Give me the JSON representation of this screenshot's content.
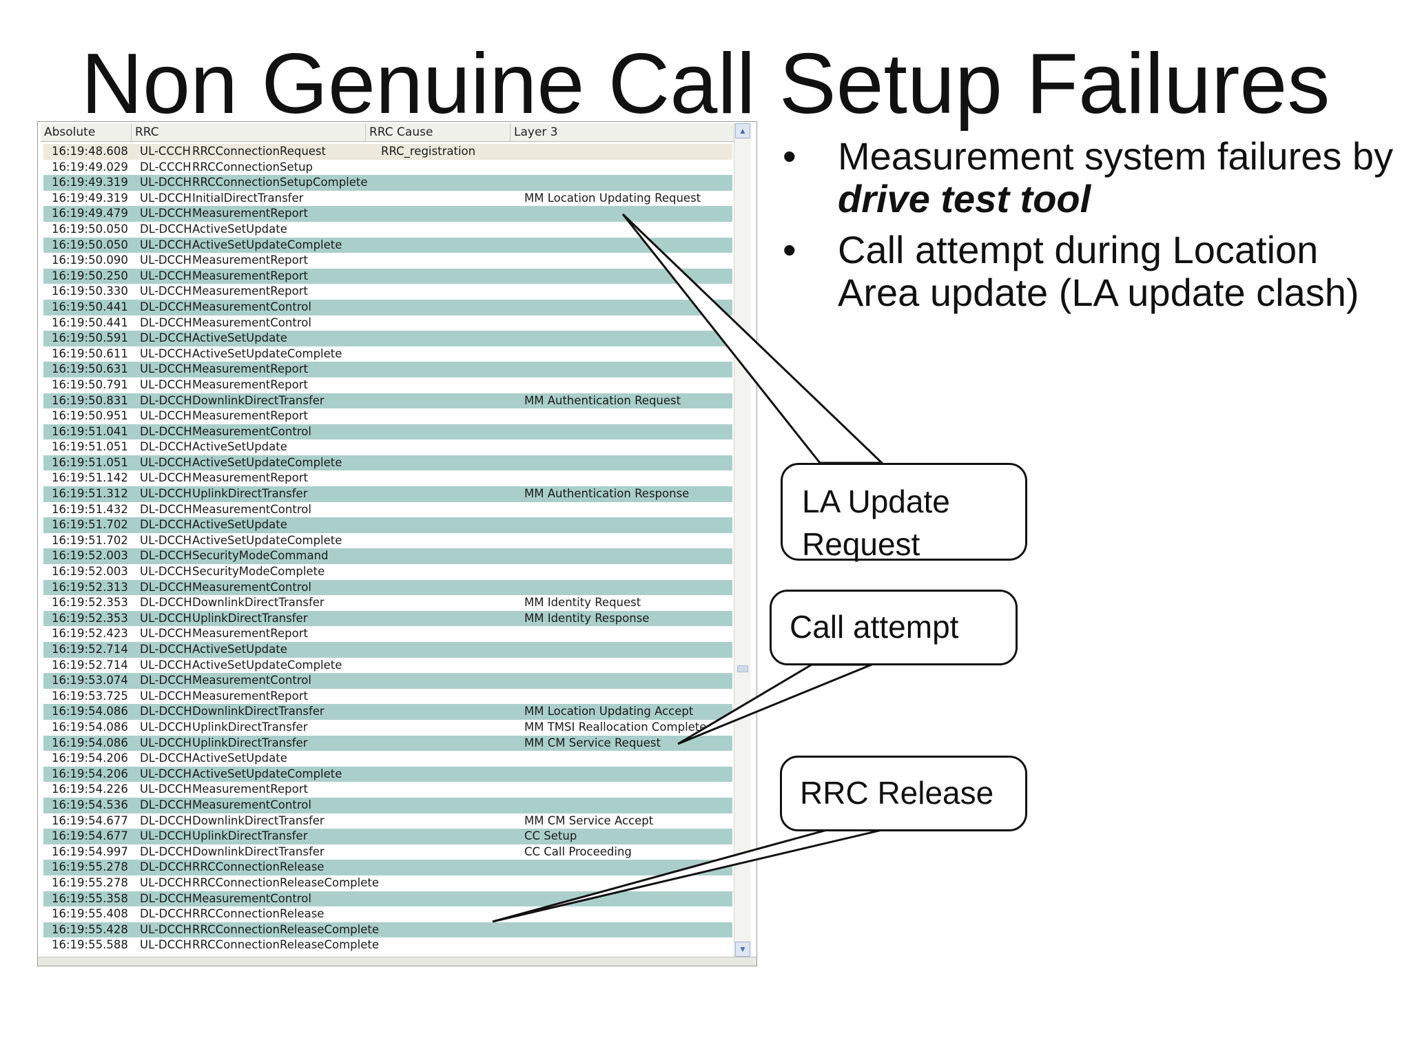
{
  "title": "Non Genuine Call Setup Failures",
  "log": {
    "columns": [
      "Absolute",
      "RRC",
      "RRC Cause",
      "Layer 3"
    ],
    "rows": [
      {
        "time": "16:19:48.608",
        "ch": "UL-CCCH",
        "msg": "RRCConnectionRequest",
        "cause": "RRC_registration",
        "l3": ""
      },
      {
        "time": "16:19:49.029",
        "ch": "DL-CCCH",
        "msg": "RRCConnectionSetup",
        "cause": "",
        "l3": ""
      },
      {
        "time": "16:19:49.319",
        "ch": "UL-DCCH",
        "msg": "RRCConnectionSetupComplete",
        "cause": "",
        "l3": ""
      },
      {
        "time": "16:19:49.319",
        "ch": "UL-DCCH",
        "msg": "InitialDirectTransfer",
        "cause": "",
        "l3": "MM Location Updating Request"
      },
      {
        "time": "16:19:49.479",
        "ch": "UL-DCCH",
        "msg": "MeasurementReport",
        "cause": "",
        "l3": ""
      },
      {
        "time": "16:19:50.050",
        "ch": "DL-DCCH",
        "msg": "ActiveSetUpdate",
        "cause": "",
        "l3": ""
      },
      {
        "time": "16:19:50.050",
        "ch": "UL-DCCH",
        "msg": "ActiveSetUpdateComplete",
        "cause": "",
        "l3": ""
      },
      {
        "time": "16:19:50.090",
        "ch": "UL-DCCH",
        "msg": "MeasurementReport",
        "cause": "",
        "l3": ""
      },
      {
        "time": "16:19:50.250",
        "ch": "UL-DCCH",
        "msg": "MeasurementReport",
        "cause": "",
        "l3": ""
      },
      {
        "time": "16:19:50.330",
        "ch": "UL-DCCH",
        "msg": "MeasurementReport",
        "cause": "",
        "l3": ""
      },
      {
        "time": "16:19:50.441",
        "ch": "DL-DCCH",
        "msg": "MeasurementControl",
        "cause": "",
        "l3": ""
      },
      {
        "time": "16:19:50.441",
        "ch": "DL-DCCH",
        "msg": "MeasurementControl",
        "cause": "",
        "l3": ""
      },
      {
        "time": "16:19:50.591",
        "ch": "DL-DCCH",
        "msg": "ActiveSetUpdate",
        "cause": "",
        "l3": ""
      },
      {
        "time": "16:19:50.611",
        "ch": "UL-DCCH",
        "msg": "ActiveSetUpdateComplete",
        "cause": "",
        "l3": ""
      },
      {
        "time": "16:19:50.631",
        "ch": "UL-DCCH",
        "msg": "MeasurementReport",
        "cause": "",
        "l3": ""
      },
      {
        "time": "16:19:50.791",
        "ch": "UL-DCCH",
        "msg": "MeasurementReport",
        "cause": "",
        "l3": ""
      },
      {
        "time": "16:19:50.831",
        "ch": "DL-DCCH",
        "msg": "DownlinkDirectTransfer",
        "cause": "",
        "l3": "MM Authentication Request"
      },
      {
        "time": "16:19:50.951",
        "ch": "UL-DCCH",
        "msg": "MeasurementReport",
        "cause": "",
        "l3": ""
      },
      {
        "time": "16:19:51.041",
        "ch": "DL-DCCH",
        "msg": "MeasurementControl",
        "cause": "",
        "l3": ""
      },
      {
        "time": "16:19:51.051",
        "ch": "DL-DCCH",
        "msg": "ActiveSetUpdate",
        "cause": "",
        "l3": ""
      },
      {
        "time": "16:19:51.051",
        "ch": "UL-DCCH",
        "msg": "ActiveSetUpdateComplete",
        "cause": "",
        "l3": ""
      },
      {
        "time": "16:19:51.142",
        "ch": "UL-DCCH",
        "msg": "MeasurementReport",
        "cause": "",
        "l3": ""
      },
      {
        "time": "16:19:51.312",
        "ch": "UL-DCCH",
        "msg": "UplinkDirectTransfer",
        "cause": "",
        "l3": "MM Authentication Response"
      },
      {
        "time": "16:19:51.432",
        "ch": "DL-DCCH",
        "msg": "MeasurementControl",
        "cause": "",
        "l3": ""
      },
      {
        "time": "16:19:51.702",
        "ch": "DL-DCCH",
        "msg": "ActiveSetUpdate",
        "cause": "",
        "l3": ""
      },
      {
        "time": "16:19:51.702",
        "ch": "UL-DCCH",
        "msg": "ActiveSetUpdateComplete",
        "cause": "",
        "l3": ""
      },
      {
        "time": "16:19:52.003",
        "ch": "DL-DCCH",
        "msg": "SecurityModeCommand",
        "cause": "",
        "l3": ""
      },
      {
        "time": "16:19:52.003",
        "ch": "UL-DCCH",
        "msg": "SecurityModeComplete",
        "cause": "",
        "l3": ""
      },
      {
        "time": "16:19:52.313",
        "ch": "DL-DCCH",
        "msg": "MeasurementControl",
        "cause": "",
        "l3": ""
      },
      {
        "time": "16:19:52.353",
        "ch": "DL-DCCH",
        "msg": "DownlinkDirectTransfer",
        "cause": "",
        "l3": "MM Identity Request"
      },
      {
        "time": "16:19:52.353",
        "ch": "UL-DCCH",
        "msg": "UplinkDirectTransfer",
        "cause": "",
        "l3": "MM Identity Response"
      },
      {
        "time": "16:19:52.423",
        "ch": "UL-DCCH",
        "msg": "MeasurementReport",
        "cause": "",
        "l3": ""
      },
      {
        "time": "16:19:52.714",
        "ch": "DL-DCCH",
        "msg": "ActiveSetUpdate",
        "cause": "",
        "l3": ""
      },
      {
        "time": "16:19:52.714",
        "ch": "UL-DCCH",
        "msg": "ActiveSetUpdateComplete",
        "cause": "",
        "l3": ""
      },
      {
        "time": "16:19:53.074",
        "ch": "DL-DCCH",
        "msg": "MeasurementControl",
        "cause": "",
        "l3": ""
      },
      {
        "time": "16:19:53.725",
        "ch": "UL-DCCH",
        "msg": "MeasurementReport",
        "cause": "",
        "l3": ""
      },
      {
        "time": "16:19:54.086",
        "ch": "DL-DCCH",
        "msg": "DownlinkDirectTransfer",
        "cause": "",
        "l3": "MM Location Updating Accept"
      },
      {
        "time": "16:19:54.086",
        "ch": "UL-DCCH",
        "msg": "UplinkDirectTransfer",
        "cause": "",
        "l3": "MM TMSI Reallocation Complete"
      },
      {
        "time": "16:19:54.086",
        "ch": "UL-DCCH",
        "msg": "UplinkDirectTransfer",
        "cause": "",
        "l3": "MM CM Service Request"
      },
      {
        "time": "16:19:54.206",
        "ch": "DL-DCCH",
        "msg": "ActiveSetUpdate",
        "cause": "",
        "l3": ""
      },
      {
        "time": "16:19:54.206",
        "ch": "UL-DCCH",
        "msg": "ActiveSetUpdateComplete",
        "cause": "",
        "l3": ""
      },
      {
        "time": "16:19:54.226",
        "ch": "UL-DCCH",
        "msg": "MeasurementReport",
        "cause": "",
        "l3": ""
      },
      {
        "time": "16:19:54.536",
        "ch": "DL-DCCH",
        "msg": "MeasurementControl",
        "cause": "",
        "l3": ""
      },
      {
        "time": "16:19:54.677",
        "ch": "DL-DCCH",
        "msg": "DownlinkDirectTransfer",
        "cause": "",
        "l3": "MM CM Service Accept"
      },
      {
        "time": "16:19:54.677",
        "ch": "UL-DCCH",
        "msg": "UplinkDirectTransfer",
        "cause": "",
        "l3": "CC Setup"
      },
      {
        "time": "16:19:54.997",
        "ch": "DL-DCCH",
        "msg": "DownlinkDirectTransfer",
        "cause": "",
        "l3": "CC Call Proceeding"
      },
      {
        "time": "16:19:55.278",
        "ch": "DL-DCCH",
        "msg": "RRCConnectionRelease",
        "cause": "",
        "l3": ""
      },
      {
        "time": "16:19:55.278",
        "ch": "UL-DCCH",
        "msg": "RRCConnectionReleaseComplete",
        "cause": "",
        "l3": ""
      },
      {
        "time": "16:19:55.358",
        "ch": "DL-DCCH",
        "msg": "MeasurementControl",
        "cause": "",
        "l3": ""
      },
      {
        "time": "16:19:55.408",
        "ch": "DL-DCCH",
        "msg": "RRCConnectionRelease",
        "cause": "",
        "l3": ""
      },
      {
        "time": "16:19:55.428",
        "ch": "UL-DCCH",
        "msg": "RRCConnectionReleaseComplete",
        "cause": "",
        "l3": ""
      },
      {
        "time": "16:19:55.588",
        "ch": "UL-DCCH",
        "msg": "RRCConnectionReleaseComplete",
        "cause": "",
        "l3": ""
      }
    ]
  },
  "bullets": [
    {
      "text": "Measurement system failures by ",
      "emphasis": "drive test tool"
    },
    {
      "text": "Call attempt during Location Area update (LA update clash)",
      "emphasis": ""
    }
  ],
  "bullet_glyph": "•",
  "callouts": {
    "la_update": "LA Update Request",
    "call_attempt": "Call attempt",
    "rrc_release": "RRC Release"
  },
  "colors": {
    "row_highlight": "#aacfcb",
    "row_selected": "#ede9dd"
  }
}
